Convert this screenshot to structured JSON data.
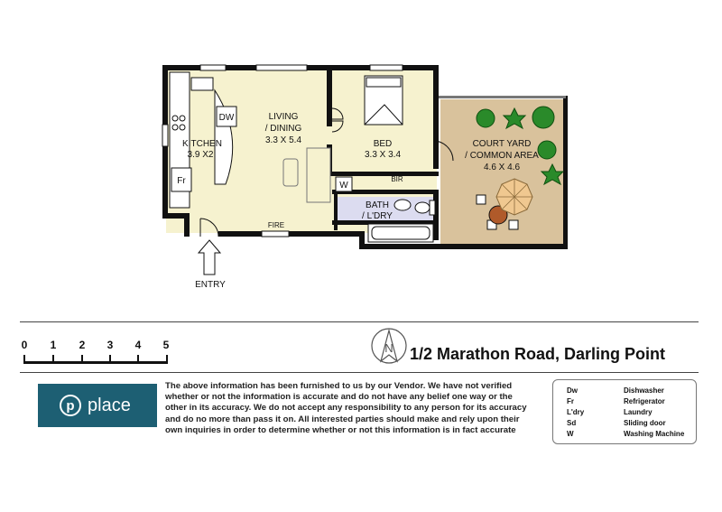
{
  "rooms": {
    "kitchen": {
      "name": "KITCHEN",
      "dims": "3.9 X2"
    },
    "living": {
      "name_line1": "LIVING",
      "name_line2": "/ DINING",
      "dims": "3.3 X 5.4"
    },
    "bed": {
      "name": "BED",
      "dims": "3.3 X 3.4"
    },
    "bath": {
      "name_line1": "BATH",
      "name_line2": "/ L'DRY"
    },
    "courtyard": {
      "name_line1": "COURT YARD",
      "name_line2": "/ COMMON AREA",
      "dims": "4.6 X 4.6"
    }
  },
  "fixtures": {
    "dishwasher": "DW",
    "fridge": "Fr",
    "washer": "W",
    "bir": "BIR",
    "fire": "FIRE",
    "entry": "ENTRY"
  },
  "scale": {
    "ticks": [
      "0",
      "1",
      "2",
      "3",
      "4",
      "5"
    ]
  },
  "north_label": "N",
  "title": "1/2 Marathon Road, Darling Point",
  "logo": {
    "mark": "p",
    "word": "place"
  },
  "disclaimer": [
    "The above information has been furnished to us by our Vendor.  We have not verified",
    "whether or not the information is accurate and do not have any belief one way or the",
    "other in its accuracy.  We do not accept any responsibility to any person for its accuracy",
    "and do no more than pass it on.  All interested parties should make and rely upon their",
    "own inquiries in order to determine whether or not this information is in fact accurate"
  ],
  "legend": [
    {
      "abbr": "Dw",
      "meaning": "Dishwasher"
    },
    {
      "abbr": "Fr",
      "meaning": "Refrigerator"
    },
    {
      "abbr": "L'dry",
      "meaning": "Laundry"
    },
    {
      "abbr": "Sd",
      "meaning": "Sliding door"
    },
    {
      "abbr": "W",
      "meaning": "Washing Machine"
    }
  ],
  "colors": {
    "wall": "#111111",
    "floor": "#f6f2cf",
    "bath_floor": "#dcdcf0",
    "courtyard": "#d9c29c",
    "plant": "#2a8a2a",
    "umbrella": "#f0c890",
    "table": "#b05a2a",
    "brand": "#1d5f73"
  }
}
